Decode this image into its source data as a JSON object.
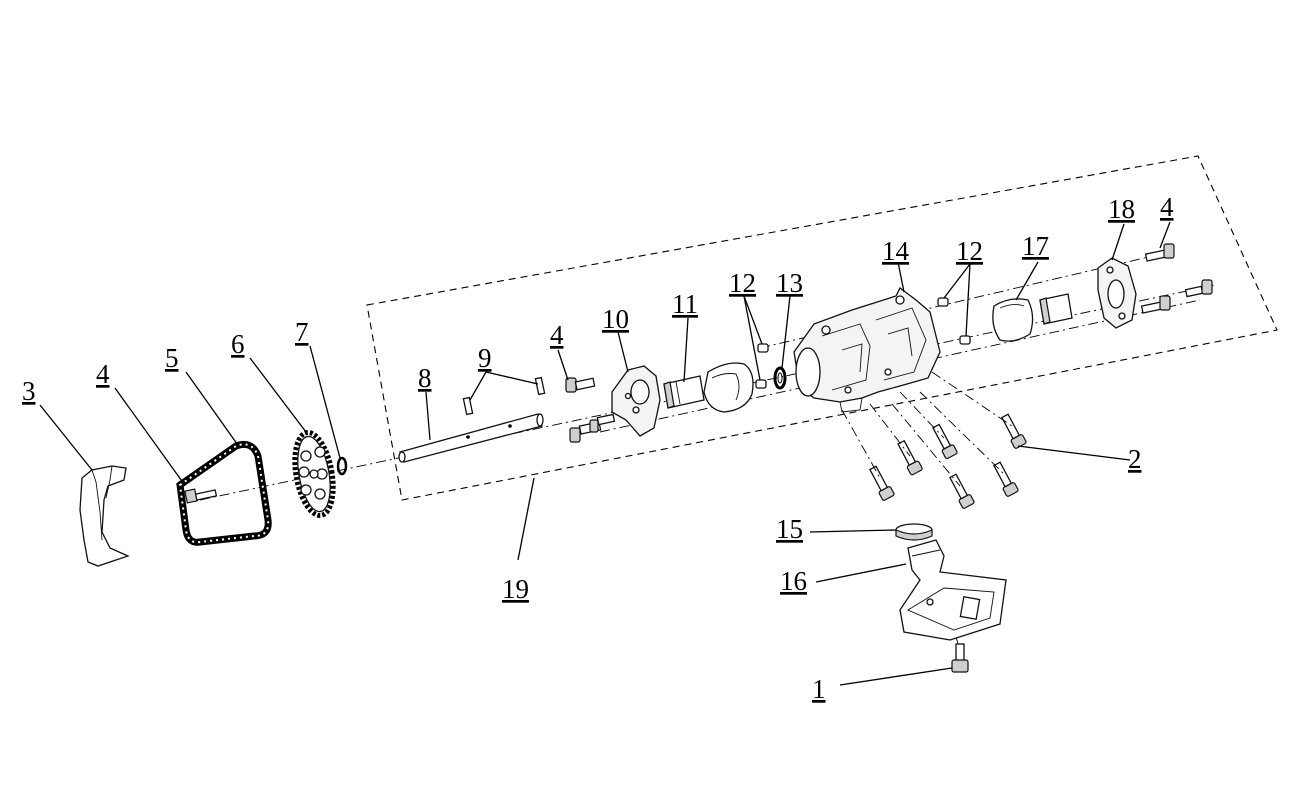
{
  "callouts": [
    {
      "id": "1",
      "text": "1"
    },
    {
      "id": "2",
      "text": "2"
    },
    {
      "id": "3",
      "text": "3"
    },
    {
      "id": "4a",
      "text": "4"
    },
    {
      "id": "4b",
      "text": "4"
    },
    {
      "id": "4c",
      "text": "4"
    },
    {
      "id": "5",
      "text": "5"
    },
    {
      "id": "6",
      "text": "6"
    },
    {
      "id": "7",
      "text": "7"
    },
    {
      "id": "8",
      "text": "8"
    },
    {
      "id": "9",
      "text": "9"
    },
    {
      "id": "10",
      "text": "10"
    },
    {
      "id": "11",
      "text": "11"
    },
    {
      "id": "12a",
      "text": "12"
    },
    {
      "id": "12b",
      "text": "12"
    },
    {
      "id": "13",
      "text": "13"
    },
    {
      "id": "14",
      "text": "14"
    },
    {
      "id": "15",
      "text": "15"
    },
    {
      "id": "16",
      "text": "16"
    },
    {
      "id": "17",
      "text": "17"
    },
    {
      "id": "18",
      "text": "18"
    },
    {
      "id": "19",
      "text": "19"
    }
  ]
}
